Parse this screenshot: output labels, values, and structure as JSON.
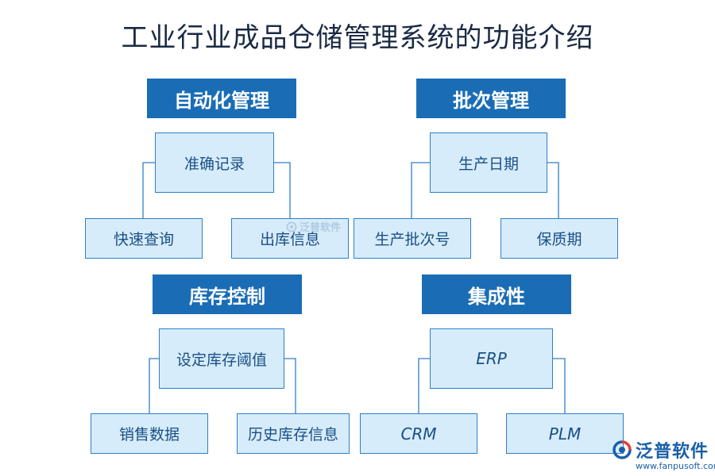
{
  "title": "工业行业成品仓储管理系统的功能介绍",
  "colors": {
    "header_bg": "#1a6db5",
    "box_bg": "#d6ecfa",
    "box_border": "#2f7fc6",
    "connector": "#2f7fc6"
  },
  "sections": [
    {
      "header": "自动化管理",
      "root": "准确记录",
      "children": [
        "快速查询",
        "出库信息"
      ]
    },
    {
      "header": "批次管理",
      "root": "生产日期",
      "children": [
        "生产批次号",
        "保质期"
      ]
    },
    {
      "header": "库存控制",
      "root": "设定库存阈值",
      "children": [
        "销售数据",
        "历史库存信息"
      ]
    },
    {
      "header": "集成性",
      "root": "ERP",
      "children": [
        "CRM",
        "PLM"
      ]
    }
  ],
  "watermark": {
    "text": "泛普软件",
    "icon": "fanpu-logo-icon"
  },
  "logo": {
    "name": "泛普软件",
    "url": "www.fanpusoft.com",
    "icon": "fanpu-logo-icon"
  }
}
